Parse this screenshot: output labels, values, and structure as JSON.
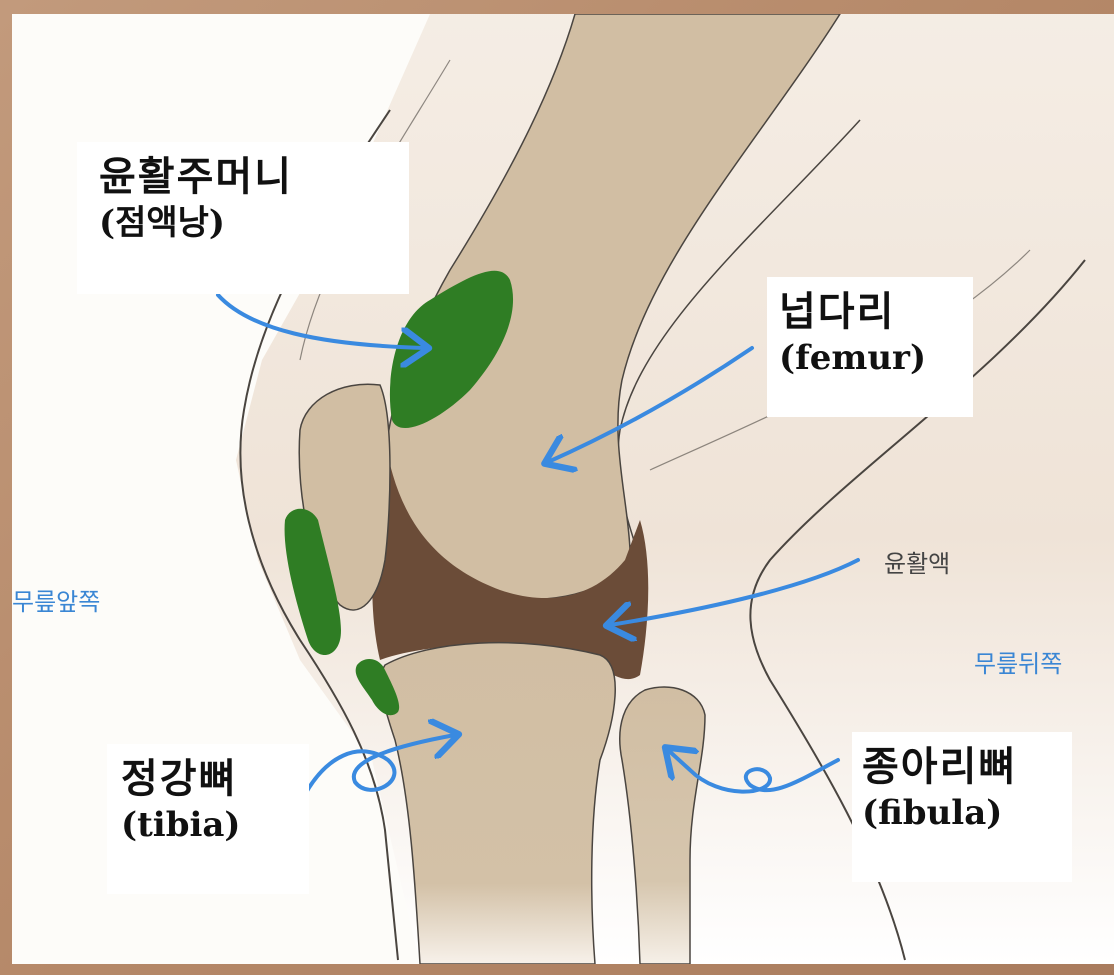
{
  "labels": {
    "bursa": {
      "ko": "윤활주머니",
      "en": "(점액낭)"
    },
    "femur": {
      "ko": "넙다리",
      "en": "(femur)"
    },
    "synovial_fluid": "윤활액",
    "front": "무릎앞쪽",
    "back": "무릎뒤쪽",
    "tibia": {
      "ko": "정강뼈",
      "en": "(tibia)"
    },
    "fibula": {
      "ko": "종아리뼈",
      "en": "(fibula)"
    }
  },
  "colors": {
    "bone": "#d1bea3",
    "skin": "#efe3d7",
    "cavity": "#6b4c38",
    "bursa": "#2f7d24",
    "arrow": "#3a8ae0",
    "outline": "#4a4540",
    "side_text_blue": "#3a86d4",
    "side_text_gray": "#444444"
  }
}
